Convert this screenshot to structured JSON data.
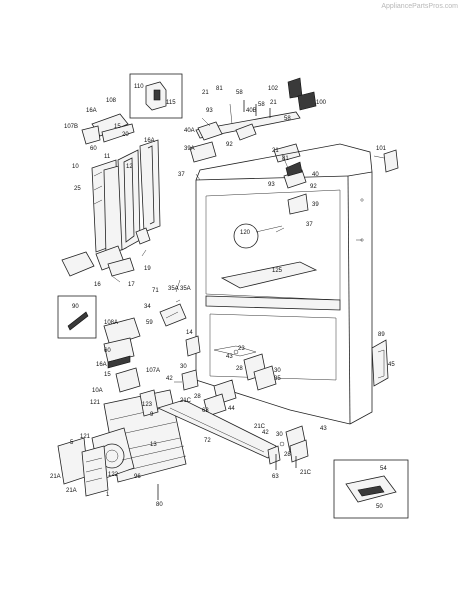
{
  "watermark": "AppliancePartsPros.com",
  "labels": [
    {
      "id": "l110",
      "text": "110"
    },
    {
      "id": "l115",
      "text": "115"
    },
    {
      "id": "l108",
      "text": "108"
    },
    {
      "id": "l16a1",
      "text": "16A"
    },
    {
      "id": "l16a2",
      "text": "16A"
    },
    {
      "id": "l107b",
      "text": "107B"
    },
    {
      "id": "l15a",
      "text": "15"
    },
    {
      "id": "l20",
      "text": "20"
    },
    {
      "id": "l60a",
      "text": "60"
    },
    {
      "id": "l10",
      "text": "10"
    },
    {
      "id": "l25",
      "text": "25"
    },
    {
      "id": "l11",
      "text": "11"
    },
    {
      "id": "l12",
      "text": "12"
    },
    {
      "id": "l16b",
      "text": "16"
    },
    {
      "id": "l17",
      "text": "17"
    },
    {
      "id": "l19",
      "text": "19"
    },
    {
      "id": "l21a",
      "text": "21"
    },
    {
      "id": "l81a",
      "text": "81"
    },
    {
      "id": "l58a",
      "text": "58"
    },
    {
      "id": "l93a",
      "text": "93"
    },
    {
      "id": "l40b",
      "text": "40B"
    },
    {
      "id": "l58b",
      "text": "58"
    },
    {
      "id": "l21b",
      "text": "21"
    },
    {
      "id": "l102",
      "text": "102"
    },
    {
      "id": "l100",
      "text": "100"
    },
    {
      "id": "l40a",
      "text": "40A"
    },
    {
      "id": "l58c",
      "text": "58"
    },
    {
      "id": "l92a",
      "text": "92"
    },
    {
      "id": "l39a",
      "text": "39A"
    },
    {
      "id": "l21c",
      "text": "21"
    },
    {
      "id": "l81b",
      "text": "81"
    },
    {
      "id": "l37a",
      "text": "37"
    },
    {
      "id": "l93b",
      "text": "93"
    },
    {
      "id": "l40",
      "text": "40"
    },
    {
      "id": "l92b",
      "text": "92"
    },
    {
      "id": "l101",
      "text": "101"
    },
    {
      "id": "l39",
      "text": "39"
    },
    {
      "id": "l37b",
      "text": "37"
    },
    {
      "id": "l120",
      "text": "120"
    },
    {
      "id": "l125",
      "text": "125"
    },
    {
      "id": "l71",
      "text": "71"
    },
    {
      "id": "l35a1",
      "text": "35A"
    },
    {
      "id": "l35a2",
      "text": "35A"
    },
    {
      "id": "l34",
      "text": "34"
    },
    {
      "id": "l90",
      "text": "90"
    },
    {
      "id": "l108a",
      "text": "108A"
    },
    {
      "id": "l59",
      "text": "59"
    },
    {
      "id": "l60b",
      "text": "60"
    },
    {
      "id": "l16ab",
      "text": "16A"
    },
    {
      "id": "l15b",
      "text": "15"
    },
    {
      "id": "l107a",
      "text": "107A"
    },
    {
      "id": "l14",
      "text": "14"
    },
    {
      "id": "l23",
      "text": "23"
    },
    {
      "id": "l43a",
      "text": "43"
    },
    {
      "id": "l28a",
      "text": "28"
    },
    {
      "id": "l30a",
      "text": "30"
    },
    {
      "id": "l35",
      "text": "35"
    },
    {
      "id": "l89",
      "text": "89"
    },
    {
      "id": "l45",
      "text": "45"
    },
    {
      "id": "l30b",
      "text": "30"
    },
    {
      "id": "l42a",
      "text": "42"
    },
    {
      "id": "l28b",
      "text": "28"
    },
    {
      "id": "l21cb",
      "text": "21C"
    },
    {
      "id": "l63a",
      "text": "63"
    },
    {
      "id": "l44",
      "text": "44"
    },
    {
      "id": "l10a",
      "text": "10A"
    },
    {
      "id": "l121",
      "text": "121"
    },
    {
      "id": "l123a",
      "text": "123"
    },
    {
      "id": "l9",
      "text": "9"
    },
    {
      "id": "l13",
      "text": "13"
    },
    {
      "id": "l5",
      "text": "5"
    },
    {
      "id": "l121b",
      "text": "121"
    },
    {
      "id": "l21a2",
      "text": "21A"
    },
    {
      "id": "l122",
      "text": "122"
    },
    {
      "id": "l96",
      "text": "96"
    },
    {
      "id": "l21a3",
      "text": "21A"
    },
    {
      "id": "l1",
      "text": "1"
    },
    {
      "id": "l80",
      "text": "80"
    },
    {
      "id": "l72",
      "text": "72"
    },
    {
      "id": "l21cc",
      "text": "21C"
    },
    {
      "id": "l42b",
      "text": "42"
    },
    {
      "id": "l30c",
      "text": "30"
    },
    {
      "id": "l43b",
      "text": "43"
    },
    {
      "id": "l28c",
      "text": "28"
    },
    {
      "id": "l21cd",
      "text": "21C"
    },
    {
      "id": "l63b",
      "text": "63"
    },
    {
      "id": "l54",
      "text": "54"
    },
    {
      "id": "l50",
      "text": "50"
    }
  ]
}
